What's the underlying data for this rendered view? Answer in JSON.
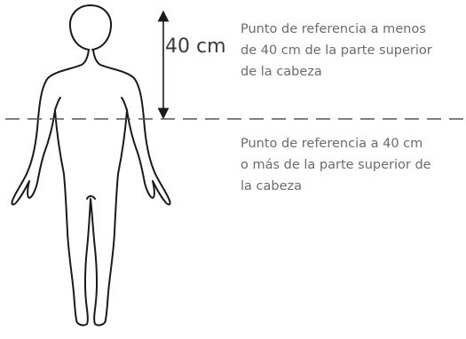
{
  "measure": {
    "label": "40 cm"
  },
  "notes": {
    "upper": {
      "lines": [
        "Punto de referencia a menos",
        "de 40 cm de la parte superior",
        "de la cabeza"
      ]
    },
    "lower": {
      "lines": [
        "Punto de referencia a 40 cm",
        "o más de la parte superior de",
        "la cabeza"
      ]
    }
  },
  "colors": {
    "outline": "#1a1a1a",
    "dashed_line": "#555555",
    "text": "#6b6b6b"
  }
}
